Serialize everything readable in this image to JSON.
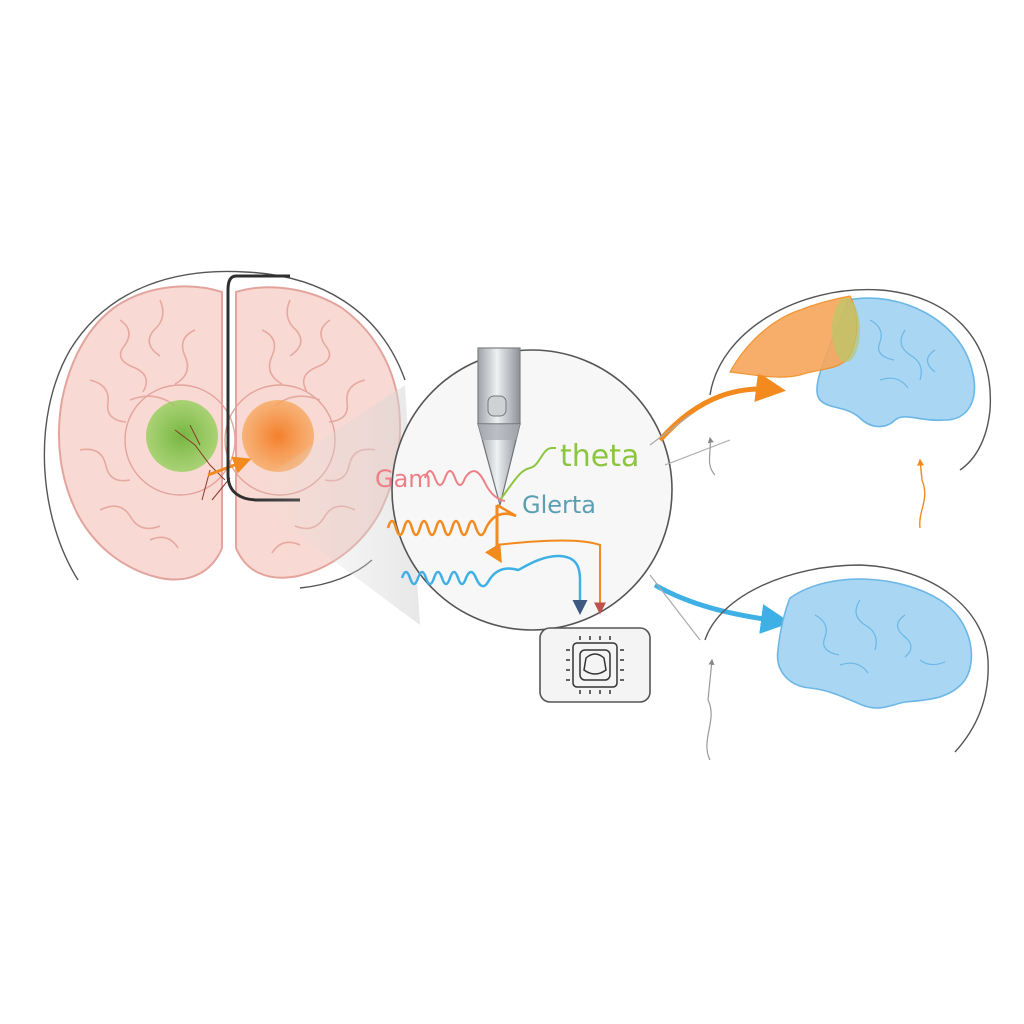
{
  "labels": {
    "theta": "theta",
    "gam": "Gam",
    "gletta": "Glerta"
  },
  "colors": {
    "background": "#ffffff",
    "brain_pink": "#f9d9d3",
    "brain_outline": "#e7aaa3",
    "green_region": "#7fc242",
    "orange_region": "#f39237",
    "blue_brain": "#a9d7f3",
    "blue_outline": "#6cb7e6",
    "orange_wave": "#f28a1e",
    "blue_wave": "#3fb0e6",
    "pink_wave": "#ee7f86",
    "green_wave": "#8cc63f",
    "teal_text": "#5b9fb3",
    "electrode_gray": "#b9bcc0",
    "chip_gray": "#444444",
    "arrow_gray": "#888888"
  },
  "icons": {
    "electrode": "electrode-probe-icon",
    "chip": "microchip-icon"
  }
}
